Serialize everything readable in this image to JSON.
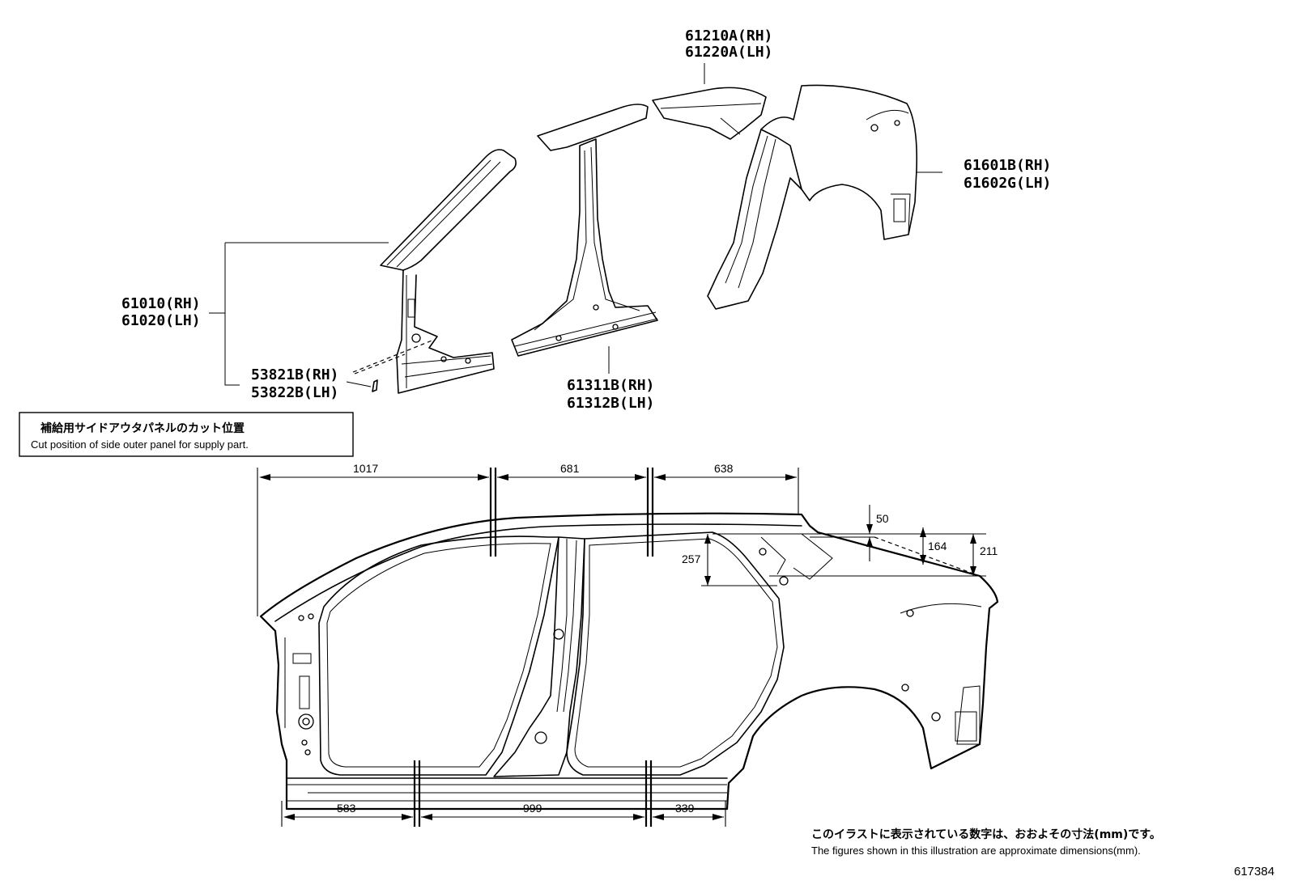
{
  "parts": {
    "roof_side_rail": {
      "rh": "61210A(RH)",
      "lh": "61220A(LH)"
    },
    "quarter_panel": {
      "rh": "61601B(RH)",
      "lh": "61602G(LH)"
    },
    "front_pillar": {
      "rh": "61010(RH)",
      "lh": "61020(LH)"
    },
    "front_pillar_piece": {
      "rh": "53821B(RH)",
      "lh": "53822B(LH)"
    },
    "rocker_panel": {
      "rh": "61311B(RH)",
      "lh": "61312B(LH)"
    }
  },
  "cut_note": {
    "japanese": "補給用サイドアウタパネルのカット位置",
    "english": "Cut position of side outer panel for supply part."
  },
  "dimensions": {
    "top_1": "1017",
    "top_2": "681",
    "top_3": "638",
    "bottom_1": "583",
    "bottom_2": "999",
    "bottom_3": "339",
    "vertical_50": "50",
    "vertical_164": "164",
    "vertical_211": "211",
    "vertical_257": "257"
  },
  "footer": {
    "note_japanese": "このイラストに表示されている数字は、おおよその寸法(mm)です。",
    "note_english": "The figures shown in this illustration are approximate dimensions(mm).",
    "figure_number": "617384"
  }
}
